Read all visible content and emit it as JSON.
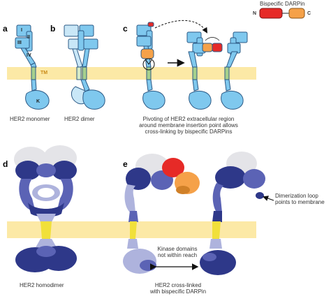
{
  "panels": {
    "a": "a",
    "b": "b",
    "c": "c",
    "d": "d",
    "e": "e"
  },
  "domain_labels": {
    "i": "I",
    "ii": "II",
    "iii": "III",
    "iv": "IV",
    "k": "K",
    "tm": "TM"
  },
  "darpin": {
    "title": "Bispecific DARPin",
    "n_term": "N",
    "c_term": "C"
  },
  "captions": {
    "monomer": "HER2 monomer",
    "dimer": "HER2 dimer",
    "pivot_line1": "Pivoting of HER2 extracellular region",
    "pivot_line2": "around membrane insertion point allows",
    "pivot_line3": "cross-linking by bispecific DARPins",
    "homodimer": "HER2 homodimer",
    "kinase_line1": "Kinase domains",
    "kinase_line2": "not within reach",
    "crosslinked_line1": "HER2 cross-linked",
    "crosslinked_line2": "with bispecific DARPin",
    "loop_line1": "Dimerization loop",
    "loop_line2": "points to membrane"
  },
  "colors": {
    "membrane": "#fce9a6",
    "domain_fill": "#7fc8ee",
    "domain_stroke": "#2c5a86",
    "tm_helix": "#a7d08c",
    "darpin_n": "#e62a27",
    "darpin_c": "#f5a149",
    "surface_dark": "#2e3889",
    "surface_mid": "#5b63b5",
    "surface_light": "#aeb3dd",
    "surface_white": "#e4e4e8",
    "surface_tm": "#f1e03a"
  }
}
